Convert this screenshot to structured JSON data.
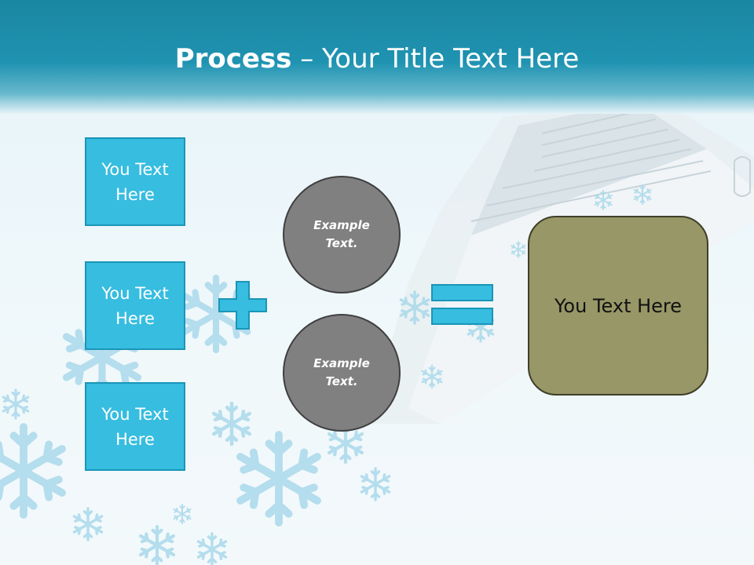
{
  "slide": {
    "title_bold": "Process",
    "title_rest": "– Your Title Text Here",
    "left_boxes": [
      "You Text Here",
      "You Text Here",
      "You Text Here"
    ],
    "circles": [
      "Example Text.",
      "Example Text."
    ],
    "result_text": "You Text Here"
  },
  "operators": {
    "plus": "plus-icon",
    "equals": "equals-icon"
  },
  "colors": {
    "header": "#1f93b1",
    "box_fill": "#36bde0",
    "box_border": "#1b95b8",
    "circle_fill": "#808080",
    "result_fill": "#979767"
  }
}
